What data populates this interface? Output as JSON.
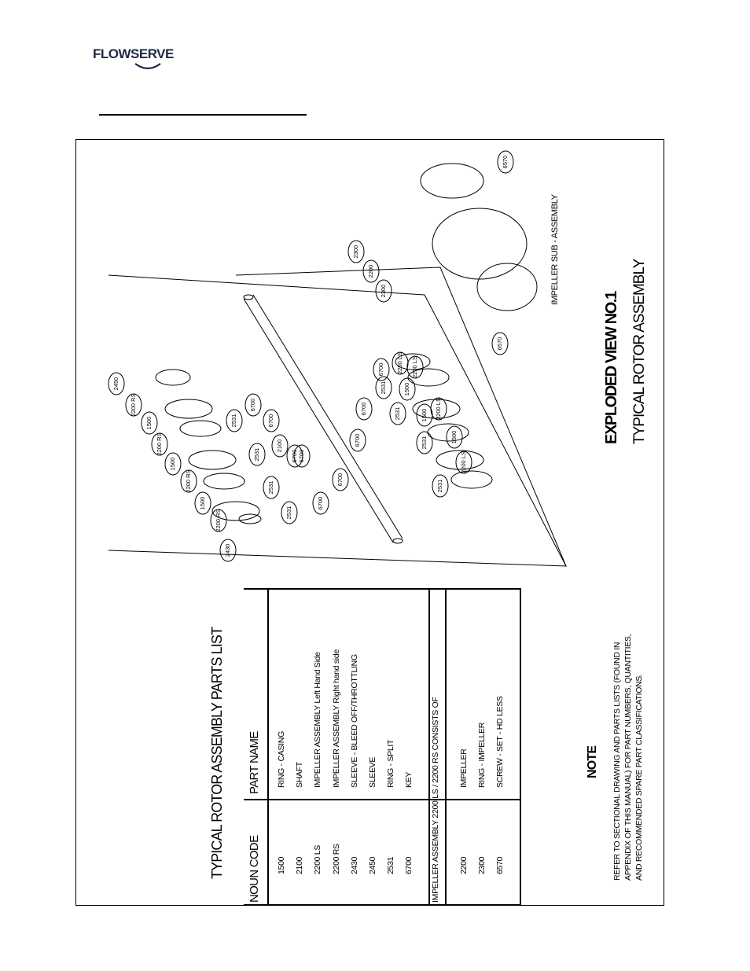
{
  "header": {
    "logo_text": "FLOWSERVE"
  },
  "parts_list": {
    "title": "TYPICAL ROTOR ASSEMBLY PARTS LIST",
    "col_code": "NOUN CODE",
    "col_name": "PART NAME",
    "rows": [
      {
        "code": "1500",
        "name": "RING - CASING"
      },
      {
        "code": "2100",
        "name": "SHAFT"
      },
      {
        "code": "2200 LS",
        "name": "IMPELLER ASSEMBLY Left Hand Side"
      },
      {
        "code": "2200 RS",
        "name": "IMPELLER ASSEMBLY Right hand side"
      },
      {
        "code": "2430",
        "name": "SLEEVE - BLEED OFF/THROTTLING"
      },
      {
        "code": "2450",
        "name": "SLEEVE"
      },
      {
        "code": "2531",
        "name": "RING - SPLIT"
      },
      {
        "code": "6700",
        "name": "KEY"
      }
    ],
    "subassembly_heading": "IMPELLER ASSEMBLY 2200 LS / 2200 RS CONSISTS OF",
    "subrows": [
      {
        "code": "2200",
        "name": "IMPELLER"
      },
      {
        "code": "2300",
        "name": "RING - IMPELLER"
      },
      {
        "code": "6570",
        "name": "SCREW - SET - HD LESS"
      }
    ]
  },
  "note": {
    "title": "NOTE",
    "lines": [
      "REFER TO SECTIONAL DRAWING AND PARTS LISTS (FOUND IN",
      "APPENDIX OF THIS MANUAL) FOR PART NUMBERS, QUANTITIES,",
      "AND RECOMMENDED SPARE PART CLASSIFICATIONS."
    ]
  },
  "drawing": {
    "title": "EXPLODED VIEW NO.1",
    "subtitle": "TYPICAL ROTOR ASSEMBLY",
    "sub_assembly_label": "IMPELLER SUB - ASSEMBLY",
    "callouts": [
      "2450",
      "2200 RS",
      "1500",
      "2200 RS",
      "1500",
      "2200 RS",
      "1500",
      "2200 RS",
      "2430",
      "2531",
      "2531",
      "2531",
      "2531",
      "6700",
      "6700",
      "6700",
      "6700",
      "6700",
      "6700",
      "6700",
      "6700",
      "2100",
      "6700",
      "2531",
      "2200 LS",
      "1500",
      "2200 LS",
      "1500",
      "2200 LS",
      "1500",
      "2200 LS",
      "2531",
      "2531",
      "2531",
      "2300",
      "2200",
      "2300",
      "6570",
      "6570"
    ]
  }
}
